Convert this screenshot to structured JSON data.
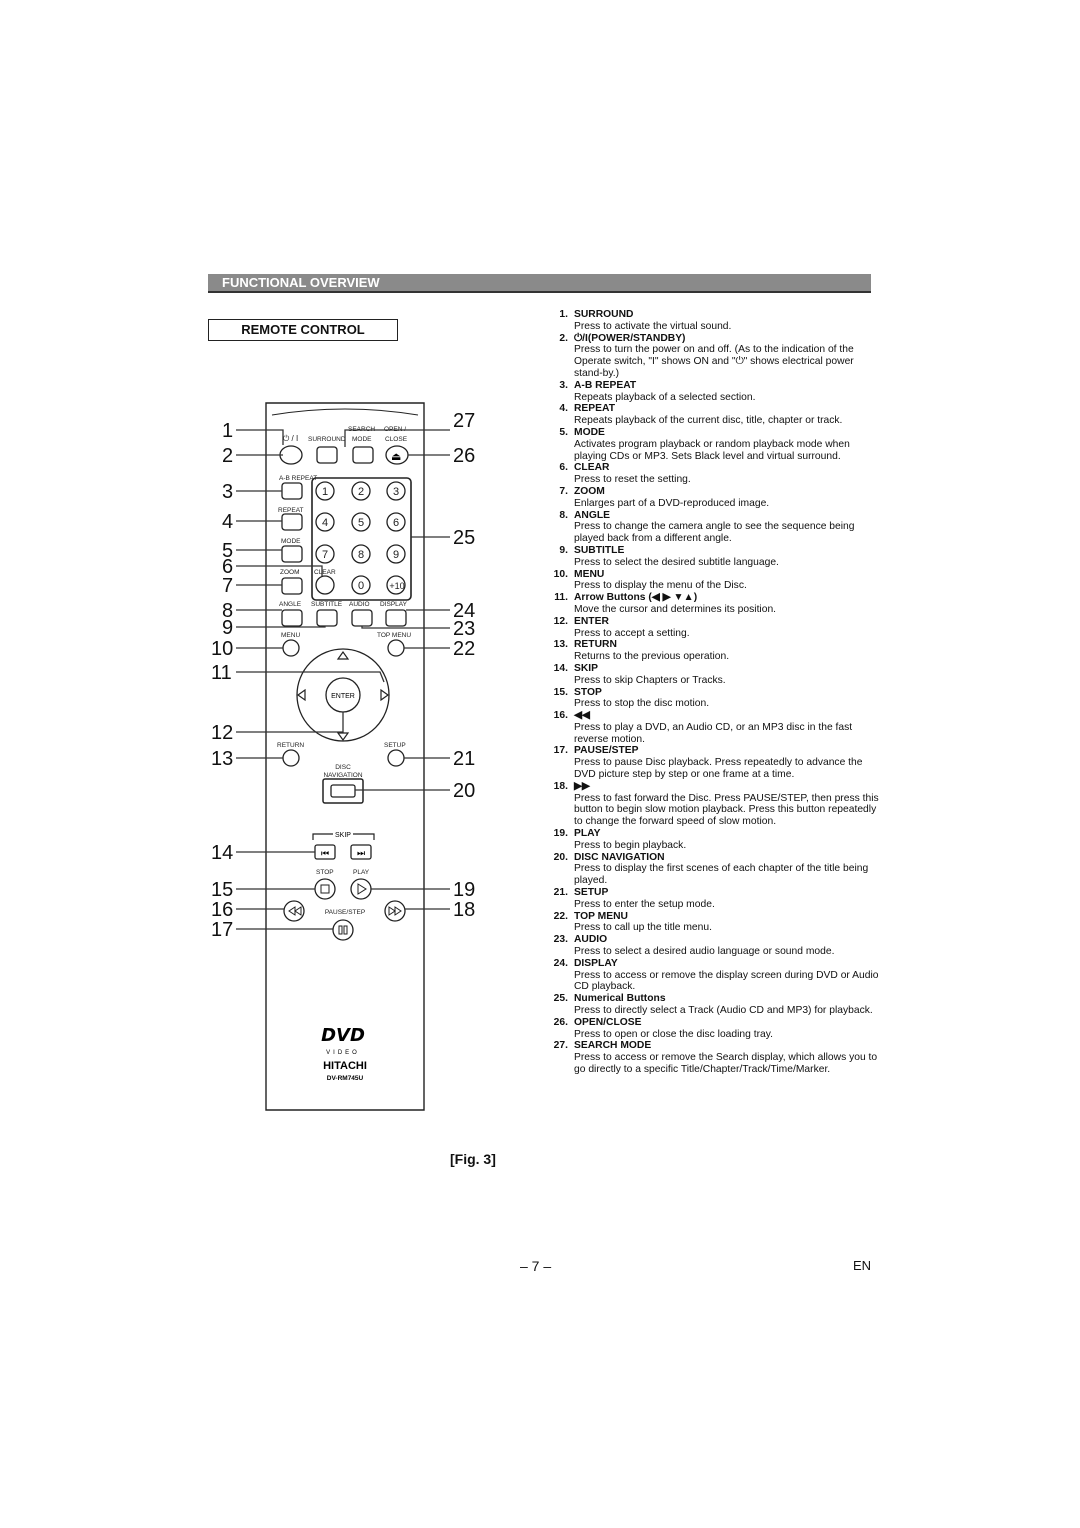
{
  "section_title": "FUNCTIONAL OVERVIEW",
  "subsection_title": "REMOTE CONTROL",
  "figure_label": "[Fig. 3]",
  "page_number": "– 7 –",
  "language": "EN",
  "remote": {
    "labels": {
      "power": "⏻ / I",
      "surround": "SURROUND",
      "search_mode": "SEARCH MODE",
      "open_close": "OPEN / CLOSE",
      "ab_repeat": "A-B REPEAT",
      "repeat": "REPEAT",
      "mode": "MODE",
      "zoom": "ZOOM",
      "clear": "CLEAR",
      "angle": "ANGLE",
      "subtitle": "SUBTITLE",
      "audio": "AUDIO",
      "display": "DISPLAY",
      "menu": "MENU",
      "top_menu": "TOP MENU",
      "enter": "ENTER",
      "return": "RETURN",
      "setup": "SETUP",
      "disc_navigation_1": "DISC",
      "disc_navigation_2": "NAVIGATION",
      "skip": "SKIP",
      "stop": "STOP",
      "play": "PLAY",
      "pause_step": "PAUSE/STEP",
      "dvd_logo": "DVD",
      "video": "VIDEO",
      "brand": "HITACHI",
      "model": "DV-RM745U"
    },
    "keypad": [
      "1",
      "2",
      "3",
      "4",
      "5",
      "6",
      "7",
      "8",
      "9",
      "0",
      "+10"
    ],
    "callouts_left": [
      "1",
      "2",
      "3",
      "4",
      "5",
      "6",
      "7",
      "8",
      "9",
      "10",
      "11",
      "12",
      "13",
      "14",
      "15",
      "16",
      "17"
    ],
    "callouts_right": [
      "27",
      "26",
      "25",
      "24",
      "23",
      "22",
      "21",
      "20",
      "19",
      "18"
    ]
  },
  "items": [
    {
      "num": "1.",
      "title": "SURROUND",
      "text": "Press to activate the virtual sound."
    },
    {
      "num": "2.",
      "title": "⏻/I(POWER/STANDBY)",
      "text": "Press to turn the power on and off. (As to the indication of the Operate switch, \"I\" shows ON and \"⏻\" shows electrical power stand-by.)"
    },
    {
      "num": "3.",
      "title": "A-B REPEAT",
      "text": "Repeats playback of a selected section."
    },
    {
      "num": "4.",
      "title": "REPEAT",
      "text": "Repeats playback of the current disc, title, chapter or track."
    },
    {
      "num": "5.",
      "title": "MODE",
      "text": "Activates program playback or random playback mode when playing CDs or MP3. Sets Black level and virtual surround."
    },
    {
      "num": "6.",
      "title": "CLEAR",
      "text": "Press to reset the setting."
    },
    {
      "num": "7.",
      "title": "ZOOM",
      "text": "Enlarges part of a DVD-reproduced image."
    },
    {
      "num": "8.",
      "title": "ANGLE",
      "text": "Press to change the camera angle to see the sequence being played back from a different angle."
    },
    {
      "num": "9.",
      "title": "SUBTITLE",
      "text": "Press to select the desired subtitle language."
    },
    {
      "num": "10.",
      "title": "MENU",
      "text": "Press to display the menu of the Disc."
    },
    {
      "num": "11.",
      "title": "Arrow Buttons (◀ ▶ ▼▲)",
      "text": "Move the cursor and determines its position."
    },
    {
      "num": "12.",
      "title": "ENTER",
      "text": "Press to accept a setting."
    },
    {
      "num": "13.",
      "title": "RETURN",
      "text": "Returns to the previous operation."
    },
    {
      "num": "14.",
      "title": "SKIP",
      "text": "Press to skip Chapters or Tracks."
    },
    {
      "num": "15.",
      "title": "STOP",
      "text": "Press to stop the disc motion."
    },
    {
      "num": "16.",
      "title": "◀◀",
      "text": "Press to play a DVD, an Audio CD,  or an MP3 disc in the fast reverse motion."
    },
    {
      "num": "17.",
      "title": "PAUSE/STEP",
      "text": "Press to pause Disc playback. Press repeatedly to advance the DVD picture step by step or one frame at a time."
    },
    {
      "num": "18.",
      "title": "▶▶",
      "text": "Press to fast forward the Disc. Press PAUSE/STEP, then press this button to begin slow motion playback. Press this button repeatedly to change the forward speed of slow motion."
    },
    {
      "num": "19.",
      "title": "PLAY",
      "text": "Press to begin playback."
    },
    {
      "num": "20.",
      "title": "DISC NAVIGATION",
      "text": "Press to display the first scenes of each chapter of the title being played."
    },
    {
      "num": "21.",
      "title": "SETUP",
      "text": "Press to enter the setup mode."
    },
    {
      "num": "22.",
      "title": "TOP MENU",
      "text": "Press to call up the title menu."
    },
    {
      "num": "23.",
      "title": "AUDIO",
      "text": "Press to select a desired audio language or sound mode."
    },
    {
      "num": "24.",
      "title": "DISPLAY",
      "text": "Press to access or remove the display screen during DVD or Audio CD playback."
    },
    {
      "num": "25.",
      "title": "Numerical Buttons",
      "text": "Press to directly select a Track (Audio CD and MP3) for playback."
    },
    {
      "num": "26.",
      "title": "OPEN/CLOSE",
      "text": "Press to open or close the disc loading tray."
    },
    {
      "num": "27.",
      "title": "SEARCH MODE",
      "text": "Press to access or remove the Search display, which allows you to go directly to a specific Title/Chapter/Track/Time/Marker."
    }
  ]
}
